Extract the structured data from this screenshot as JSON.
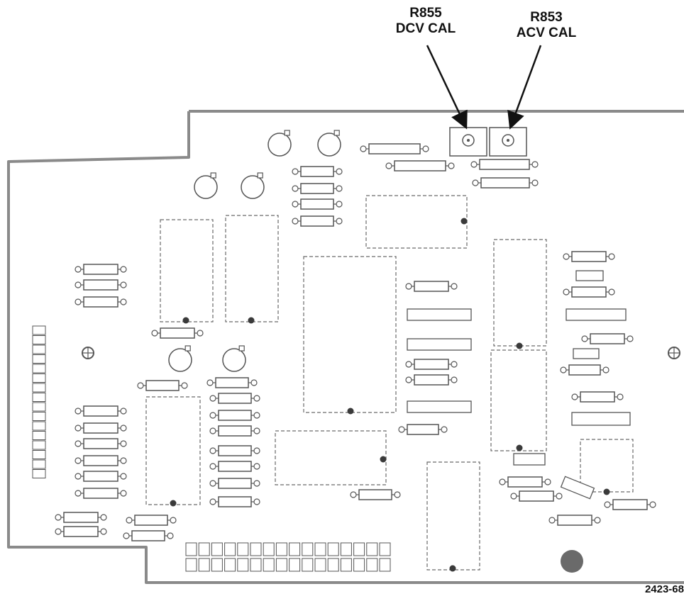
{
  "callouts": [
    {
      "ref": "R855",
      "function": "DCV CAL"
    },
    {
      "ref": "R853",
      "function": "ACV CAL"
    }
  ],
  "figure_number": "2423-68",
  "colors": {
    "board_outline": "#8a8a8a",
    "component": "#555555",
    "dashed_ic": "#6a6a6a",
    "pin1_dot": "#3a3a3a",
    "mount_hole": "#555555",
    "text": "#111111"
  }
}
